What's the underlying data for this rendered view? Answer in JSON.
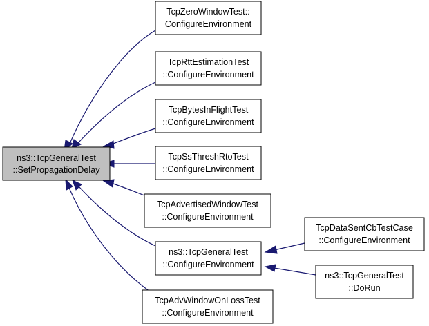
{
  "colors": {
    "edge": "#191970",
    "focus_fill": "#bfbfbf",
    "node_fill": "#ffffff",
    "node_border": "#000000"
  },
  "nodes": {
    "set_prop_delay": {
      "line1": "ns3::TcpGeneralTest",
      "line2": "::SetPropagationDelay"
    },
    "zero_window": {
      "line1": "TcpZeroWindowTest::",
      "line2": "ConfigureEnvironment"
    },
    "rtt_estimation": {
      "line1": "TcpRttEstimationTest",
      "line2": "::ConfigureEnvironment"
    },
    "bytes_in_flight": {
      "line1": "TcpBytesInFlightTest",
      "line2": "::ConfigureEnvironment"
    },
    "ss_thresh_rto": {
      "line1": "TcpSsThreshRtoTest",
      "line2": "::ConfigureEnvironment"
    },
    "advertised_window": {
      "line1": "TcpAdvertisedWindowTest",
      "line2": "::ConfigureEnvironment"
    },
    "general_configure": {
      "line1": "ns3::TcpGeneralTest",
      "line2": "::ConfigureEnvironment"
    },
    "adv_window_on_loss": {
      "line1": "TcpAdvWindowOnLossTest",
      "line2": "::ConfigureEnvironment"
    },
    "data_sent_cb": {
      "line1": "TcpDataSentCbTestCase",
      "line2": "::ConfigureEnvironment"
    },
    "general_do_run": {
      "line1": "ns3::TcpGeneralTest",
      "line2": "::DoRun"
    }
  },
  "edges": [
    {
      "from": "zero_window",
      "to": "set_prop_delay"
    },
    {
      "from": "rtt_estimation",
      "to": "set_prop_delay"
    },
    {
      "from": "bytes_in_flight",
      "to": "set_prop_delay"
    },
    {
      "from": "ss_thresh_rto",
      "to": "set_prop_delay"
    },
    {
      "from": "advertised_window",
      "to": "set_prop_delay"
    },
    {
      "from": "general_configure",
      "to": "set_prop_delay"
    },
    {
      "from": "adv_window_on_loss",
      "to": "set_prop_delay"
    },
    {
      "from": "data_sent_cb",
      "to": "general_configure"
    },
    {
      "from": "general_do_run",
      "to": "general_configure"
    }
  ]
}
